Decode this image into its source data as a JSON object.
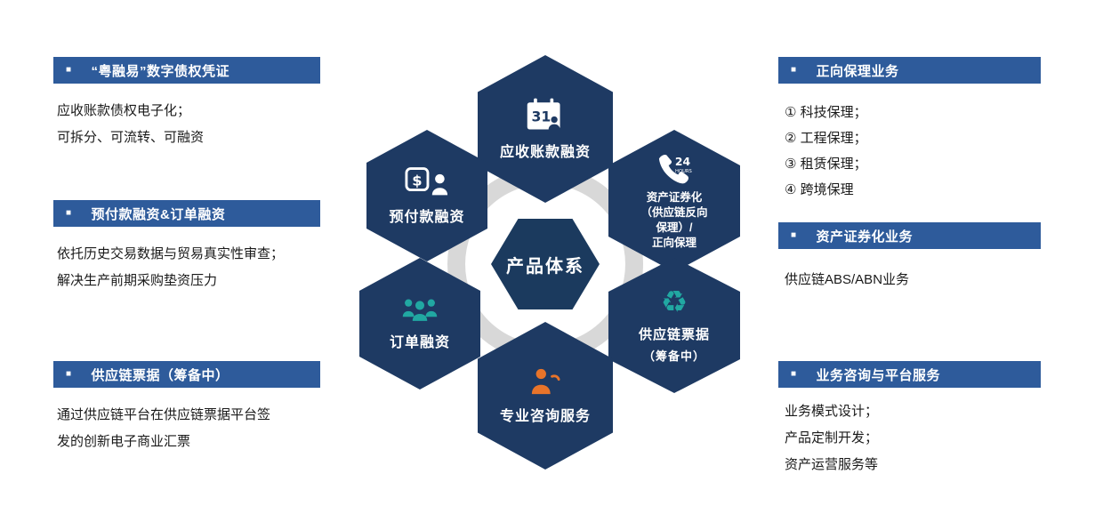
{
  "bullet": "■",
  "colors": {
    "header_bar_blue": "#2e5b9b",
    "hexagon_navy": "#1e3a63",
    "center_hexagon_navy": "#1b3a5e",
    "ring_gray": "#d8d8d8",
    "teal_icon": "#21a8a2",
    "orange_icon": "#e8742a",
    "body_text": "#1a1a1a"
  },
  "left_panels": [
    {
      "title": "“粤融易”数字债权凭证",
      "lines": [
        "应收账款债权电子化；",
        "可拆分、可流转、可融资"
      ]
    },
    {
      "title": "预付款融资&订单融资",
      "lines": [
        "依托历史交易数据与贸易真实性审查；",
        "解决生产前期采购垫资压力"
      ]
    },
    {
      "title": "供应链票据（筹备中）",
      "lines": [
        "通过供应链平台在供应链票据平台签",
        "发的创新电子商业汇票"
      ]
    }
  ],
  "right_panels": [
    {
      "title": "正向保理业务",
      "lines": [
        "① 科技保理；",
        "② 工程保理；",
        "③ 租赁保理；",
        "④ 跨境保理"
      ]
    },
    {
      "title": "资产证券化业务",
      "lines": [
        "供应链ABS/ABN业务"
      ]
    },
    {
      "title": "业务咨询与平台服务",
      "lines": [
        "业务模式设计；",
        "产品定制开发；",
        "资产运营服务等"
      ]
    }
  ],
  "center": {
    "label": "产品体系"
  },
  "hexagons": {
    "top": {
      "label": "应收账款融资",
      "icon": "calendar-31-icon",
      "icon_text": "31"
    },
    "top_left": {
      "label": "预付款融资",
      "icon": "dollar-person-icon",
      "icon_text": "$"
    },
    "top_right": {
      "lines": [
        "资产证券化",
        "（供应链反向",
        "保理）/",
        "正向保理"
      ],
      "icon": "24-hours-phone-icon",
      "icon_text": "24",
      "icon_subtext": "HOURS"
    },
    "bottom_left": {
      "label": "订单融资",
      "icon": "team-icon"
    },
    "bottom_right": {
      "label": "供应链票据",
      "sub": "（筹备中）",
      "icon": "recycle-icon",
      "icon_glyph": "♻"
    },
    "bottom": {
      "label": "专业咨询服务",
      "icon": "consultant-person-icon"
    }
  }
}
